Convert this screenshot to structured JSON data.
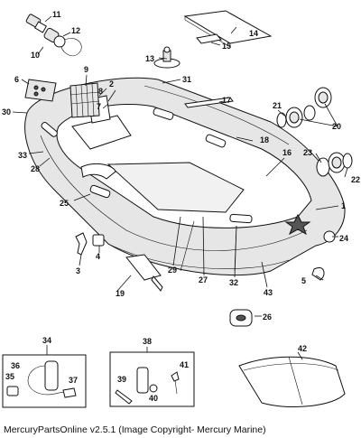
{
  "diagram": {
    "caption": "MercuryPartsOnline v2.5.1 (Image Copyright- Mercury Marine)",
    "callouts": [
      "1",
      "2",
      "3",
      "4",
      "5",
      "6",
      "7",
      "8",
      "9",
      "10",
      "11",
      "12",
      "13",
      "14",
      "15",
      "16",
      "17",
      "18",
      "19",
      "20",
      "21",
      "22",
      "23",
      "24",
      "25",
      "26",
      "27",
      "28",
      "29",
      "30",
      "31",
      "32",
      "33",
      "34",
      "35",
      "36",
      "37",
      "38",
      "39",
      "40",
      "41",
      "42",
      "43"
    ]
  }
}
